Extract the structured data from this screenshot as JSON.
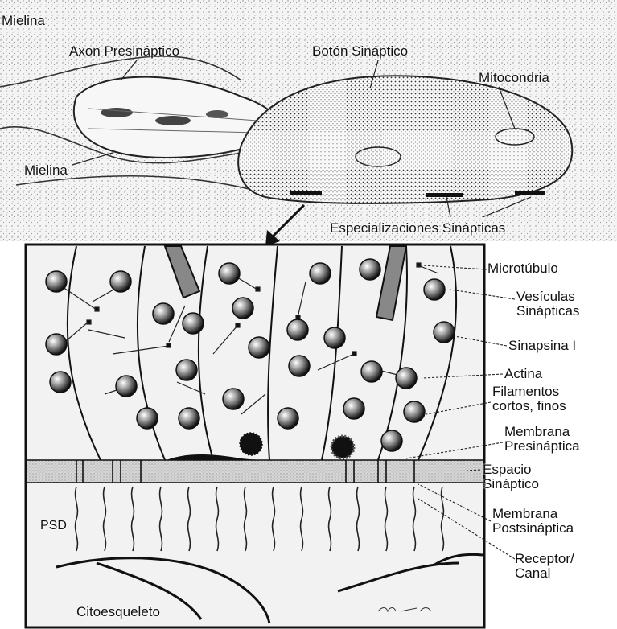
{
  "top_labels": {
    "mielina_top": "Mielina",
    "axon": "Axon Presináptico",
    "boton": "Botón Sináptico",
    "mitocondria": "Mitocondria",
    "mielina_bottom": "Mielina",
    "especializaciones": "Especializaciones Sinápticas"
  },
  "side_labels": {
    "microtubulo": "Microtúbulo",
    "vesiculas_1": "Vesículas",
    "vesiculas_2": "Sinápticas",
    "sinapsina": "Sinapsina I",
    "actina": "Actina",
    "filamentos_1": "Filamentos",
    "filamentos_2": "cortos, finos",
    "membrana_pre_1": "Membrana",
    "membrana_pre_2": "Presináptica",
    "espacio_1": "Espacio",
    "espacio_2": "Sináptico",
    "membrana_post_1": "Membrana",
    "membrana_post_2": "Postsináptica",
    "receptor_1": "Receptor/",
    "receptor_2": "Canal"
  },
  "inner_labels": {
    "psd": "PSD",
    "citoesqueleto": "Citoesqueleto"
  }
}
